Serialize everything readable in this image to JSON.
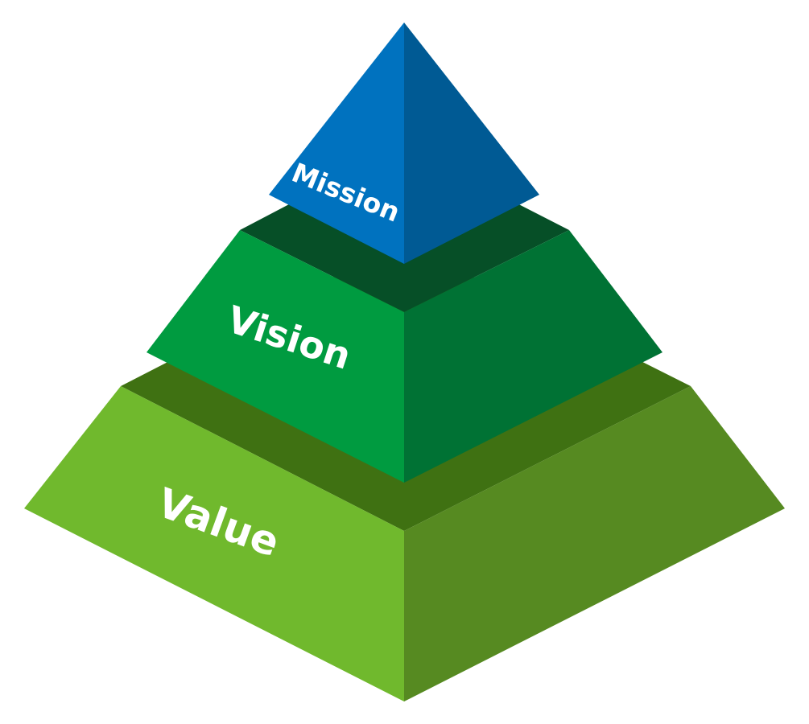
{
  "tiers": {
    "mission": {
      "label": "Mission",
      "colors": {
        "left": "#0072BF",
        "right": "#005A94"
      }
    },
    "vision": {
      "label": "Vision",
      "colors": {
        "top": "#064F27",
        "left": "#009B40",
        "right": "#007234"
      }
    },
    "value": {
      "label": "Value",
      "colors": {
        "top": "#3F7112",
        "left": "#70B92D",
        "right": "#568A21"
      }
    }
  }
}
